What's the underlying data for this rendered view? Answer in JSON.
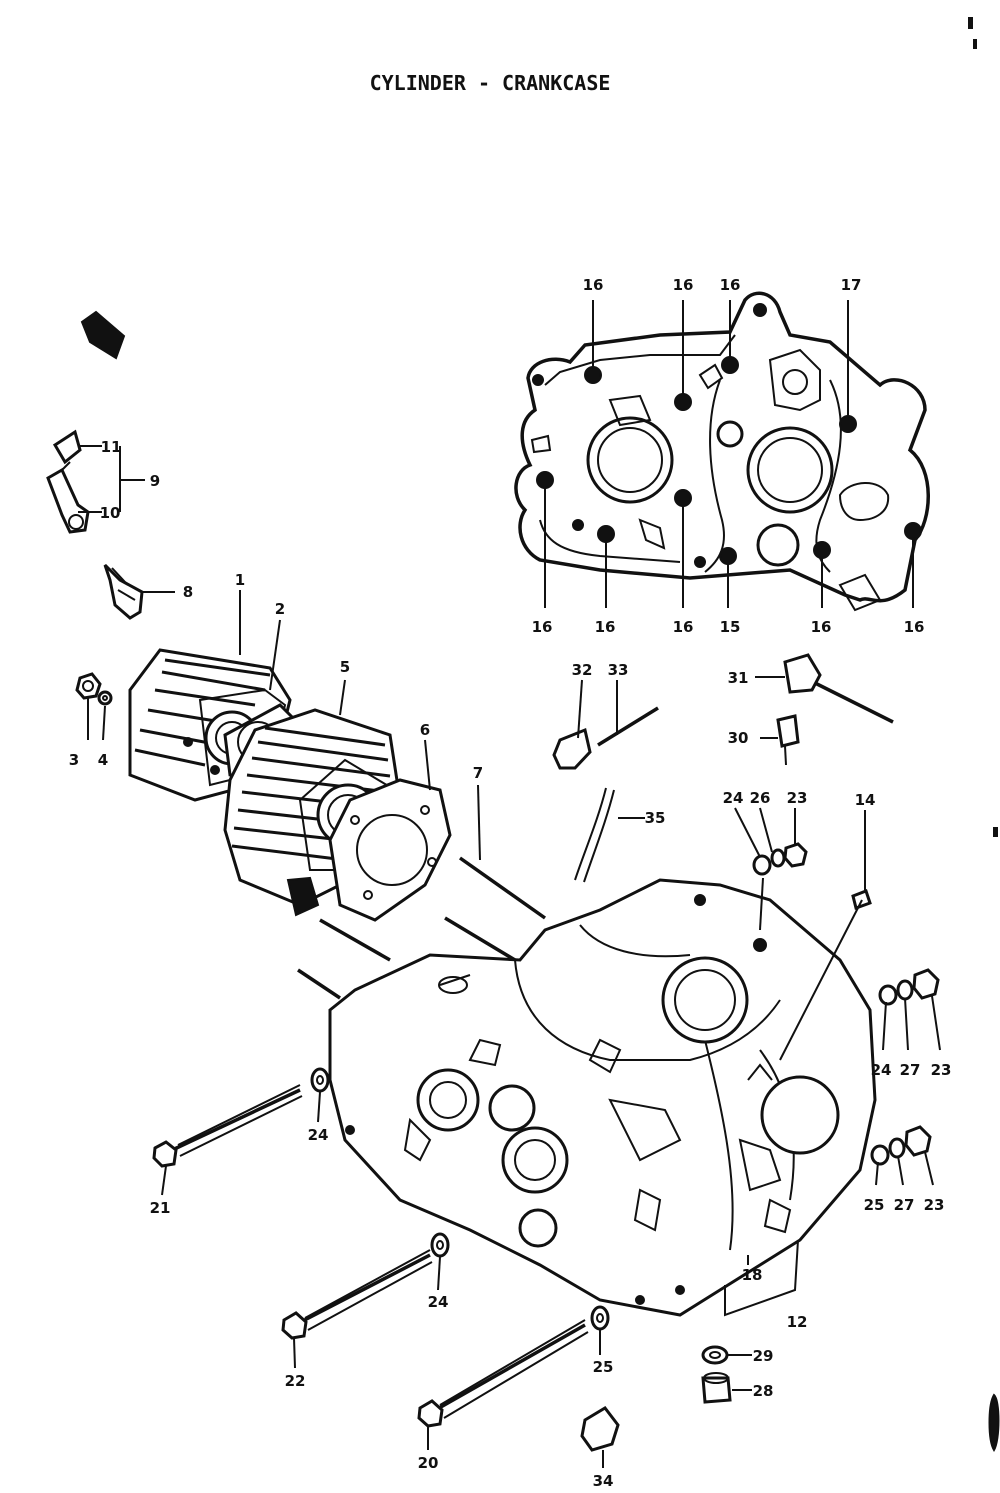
{
  "title": "CYLINDER - CRANKCASE",
  "callouts": {
    "c1": "1",
    "c2": "2",
    "c3": "3",
    "c4": "4",
    "c5": "5",
    "c6": "6",
    "c7": "7",
    "c8": "8",
    "c9": "9",
    "c10": "10",
    "c11": "11",
    "c12": "12",
    "c14": "14",
    "c15": "15",
    "c16": "16",
    "c17": "17",
    "c18": "18",
    "c20": "20",
    "c21": "21",
    "c22": "22",
    "c23": "23",
    "c24": "24",
    "c25": "25",
    "c26": "26",
    "c27": "27",
    "c28": "28",
    "c29": "29",
    "c30": "30",
    "c31": "31",
    "c32": "32",
    "c33": "33",
    "c34": "34",
    "c35": "35"
  }
}
